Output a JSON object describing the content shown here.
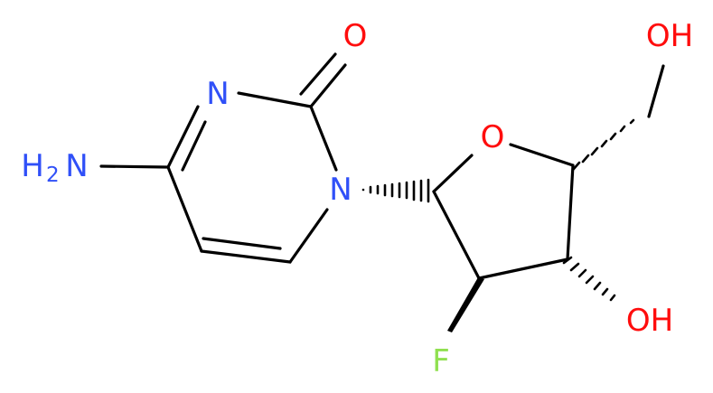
{
  "colors": {
    "background": "#ffffff",
    "bond": "#000000",
    "nitrogen": "#3050f8",
    "oxygen": "#ff0d0d",
    "fluorine": "#90e050",
    "carbon": "#000000"
  },
  "atoms": {
    "amine_h": "H",
    "amine_sub": "2",
    "amine_n": "N",
    "ring_n3": "N",
    "ring_n1": "N",
    "carbonyl_o": "O",
    "ring_o": "O",
    "hydroxyl_ch2": "OH",
    "hydroxyl_ring": "OH",
    "fluorine": "F"
  }
}
